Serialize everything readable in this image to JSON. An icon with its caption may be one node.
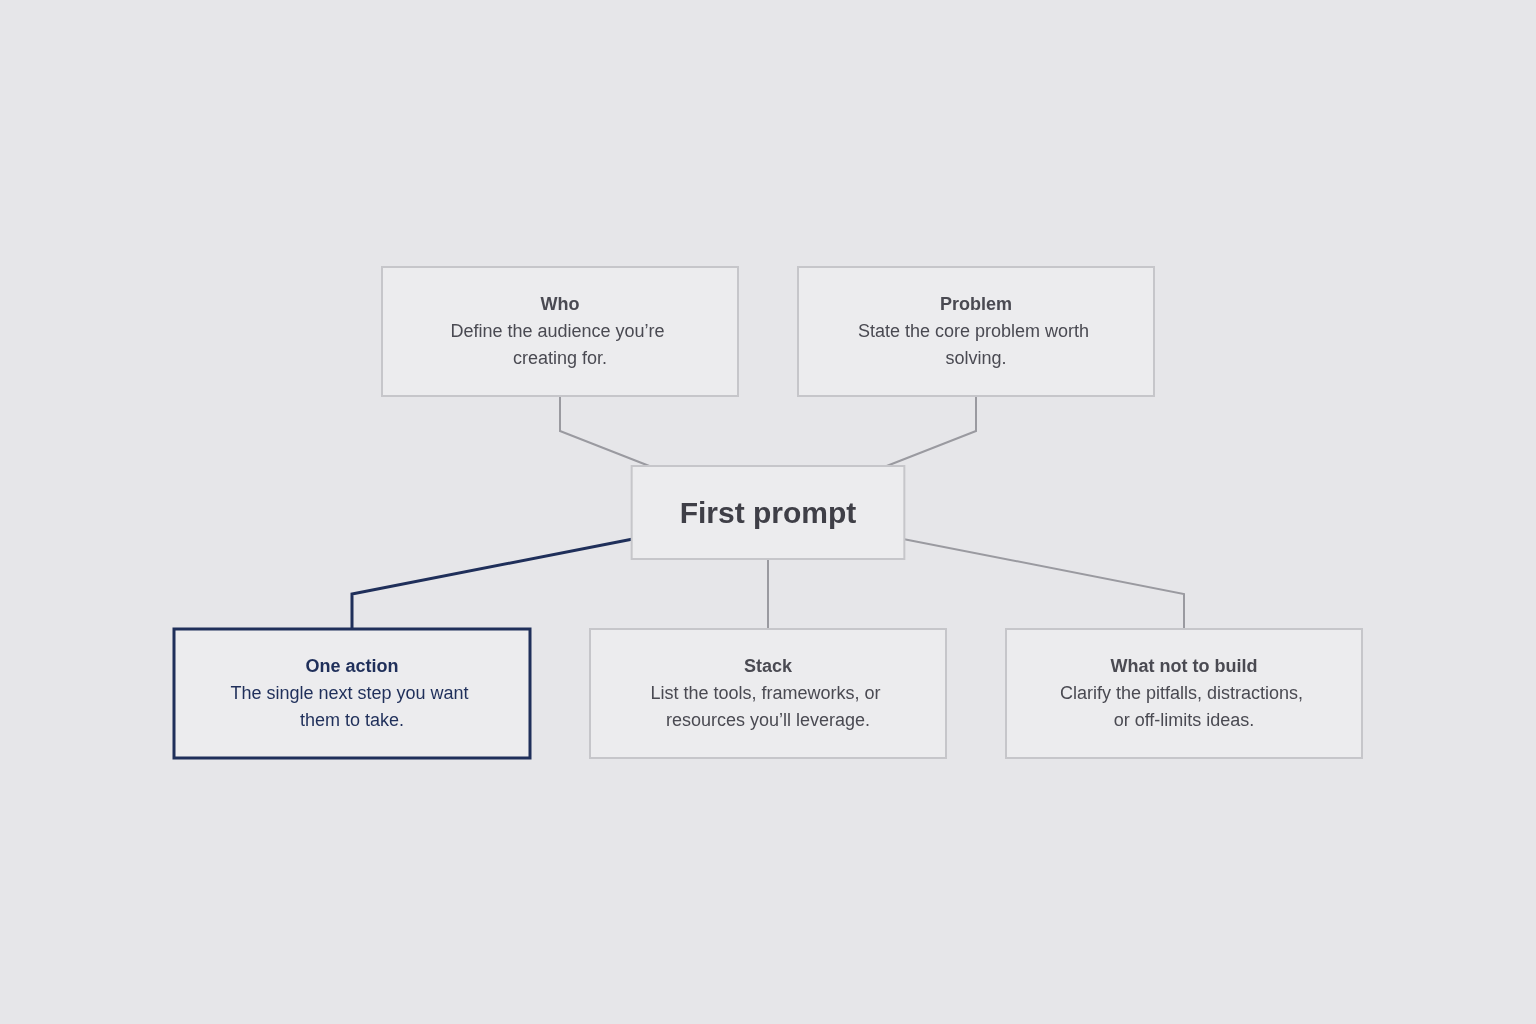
{
  "diagram": {
    "nodes": [
      {
        "text": [
          "Who",
          "Define the audience you’re creating for."
        ]
      },
      {
        "text": [
          "Problem",
          "State the core problem worth solving."
        ]
      },
      {
        "text": [
          "First prompt"
        ]
      },
      {
        "text": [
          "One action",
          "The single next step you want them to take."
        ]
      },
      {
        "text": [
          "Stack",
          "List the tools, frameworks, or resources you’ll leverage."
        ]
      },
      {
        "text": [
          "What not to build",
          "Clarify the pitfalls, distractions, or off-limits ideas."
        ]
      }
    ],
    "edges": [
      {
        "from": 0,
        "to": 2,
        "arrow": "none"
      },
      {
        "from": 1,
        "to": 2,
        "arrow": "none"
      },
      {
        "from": 2,
        "to": 3,
        "arrow": "none",
        "color": "#1f2f5a"
      },
      {
        "from": 2,
        "to": 4,
        "arrow": "none"
      },
      {
        "from": 2,
        "to": 5,
        "arrow": "none"
      }
    ]
  }
}
